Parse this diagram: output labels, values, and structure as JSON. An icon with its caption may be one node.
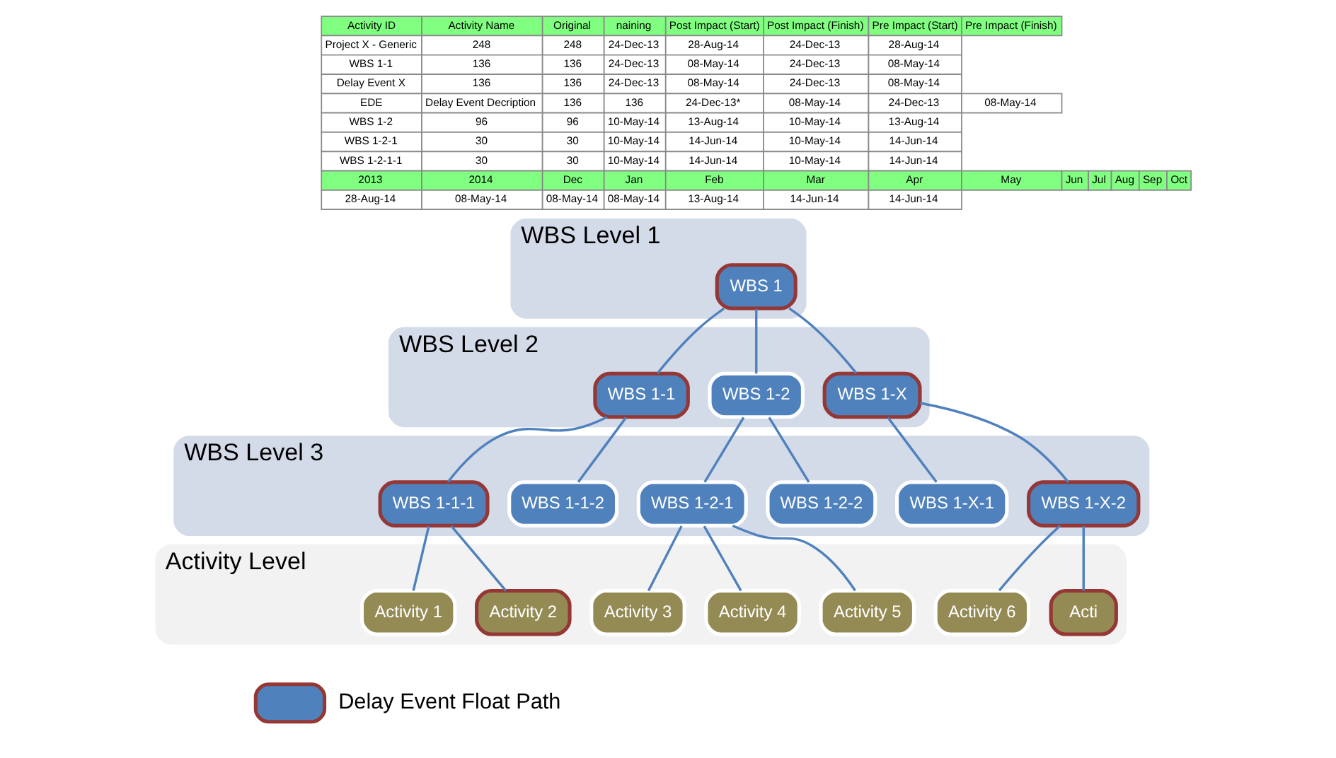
{
  "diagram": {
    "nodes": [
      {
        "text": [
          "WBS Level 1"
        ]
      },
      {
        "text": [
          "WBS Level 2"
        ]
      },
      {
        "text": [
          "WBS Level 3"
        ]
      },
      {
        "text": [
          "Activity Level"
        ]
      },
      {
        "text": [
          "WBS 1"
        ],
        "in": 0
      },
      {
        "text": [
          "WBS 1-1"
        ],
        "in": 1
      },
      {
        "text": [
          "WBS 1-2"
        ],
        "in": 1
      },
      {
        "text": [
          "WBS 1-X"
        ],
        "in": 1
      },
      {
        "text": [
          "WBS 1-1-1"
        ],
        "in": 2
      },
      {
        "text": [
          "WBS 1-1-2"
        ],
        "in": 2
      },
      {
        "text": [
          "WBS 1-2-1"
        ],
        "in": 2
      },
      {
        "text": [
          "WBS 1-2-2"
        ],
        "in": 2
      },
      {
        "text": [
          "WBS 1-X-1"
        ],
        "in": 2
      },
      {
        "text": [
          "WBS 1-X-2"
        ],
        "in": 2
      },
      {
        "text": [
          "Activity 1"
        ],
        "in": 3
      },
      {
        "text": [
          "Activity 2"
        ],
        "in": 3
      },
      {
        "text": [
          "Activity 3"
        ],
        "in": 3
      },
      {
        "text": [
          "Activity 4"
        ],
        "in": 3
      },
      {
        "text": [
          "Activity 5"
        ],
        "in": 3
      },
      {
        "text": [
          "Activity 6"
        ],
        "in": 3
      },
      {
        "text": [
          "Acti"
        ],
        "in": 3
      }
    ],
    "edges": [
      {
        "from": 4,
        "to": 5,
        "arrow": "none"
      },
      {
        "from": 4,
        "to": 6,
        "arrow": "none"
      },
      {
        "from": 4,
        "to": 7,
        "arrow": "none"
      },
      {
        "from": 5,
        "to": 8,
        "arrow": "none"
      },
      {
        "from": 5,
        "to": 9,
        "arrow": "none"
      },
      {
        "from": 6,
        "to": 10,
        "arrow": "none"
      },
      {
        "from": 6,
        "to": 11,
        "arrow": "none"
      },
      {
        "from": 7,
        "to": 12,
        "arrow": "none"
      },
      {
        "from": 7,
        "to": 13,
        "arrow": "none"
      },
      {
        "from": 8,
        "to": 14,
        "arrow": "none"
      },
      {
        "from": 8,
        "to": 15,
        "arrow": "none"
      },
      {
        "from": 10,
        "to": 16,
        "arrow": "none"
      },
      {
        "from": 10,
        "to": 17,
        "arrow": "none"
      },
      {
        "from": 10,
        "to": 18,
        "arrow": "none"
      },
      {
        "from": 13,
        "to": 19,
        "arrow": "none"
      },
      {
        "from": 13,
        "to": 20,
        "arrow": "none"
      }
    ],
    "labels": [
      "Activity ID",
      "Activity Name",
      "Original",
      "naining",
      "Post Impact (Start)",
      "Post Impact (Finish)",
      "Pre Impact (Start)",
      "Pre Impact (Finish)",
      "Project X - Generic",
      "248",
      "248",
      "24-Dec-13",
      "28-Aug-14",
      "24-Dec-13",
      "28-Aug-14",
      "WBS 1-1",
      "136",
      "136",
      "24-Dec-13",
      "08-May-14",
      "24-Dec-13",
      "08-May-14",
      "Delay Event X",
      "136",
      "136",
      "24-Dec-13",
      "08-May-14",
      "24-Dec-13",
      "08-May-14",
      "EDE",
      "Delay Event Decription",
      "136",
      "136",
      "24-Dec-13*",
      "08-May-14",
      "24-Dec-13",
      "08-May-14",
      "WBS 1-2",
      "96",
      "96",
      "10-May-14",
      "13-Aug-14",
      "10-May-14",
      "13-Aug-14",
      "WBS 1-2-1",
      "30",
      "30",
      "10-May-14",
      "14-Jun-14",
      "10-May-14",
      "14-Jun-14",
      "WBS 1-2-1-1",
      "30",
      "30",
      "10-May-14",
      "14-Jun-14",
      "10-May-14",
      "14-Jun-14",
      "2013",
      "2014",
      "Dec",
      "Jan",
      "Feb",
      "Mar",
      "Apr",
      "May",
      "Jun",
      "Jul",
      "Aug",
      "Sep",
      "Oct",
      "28-Aug-14",
      "08-May-14",
      "08-May-14",
      "08-May-14",
      "13-Aug-14",
      "14-Jun-14",
      "14-Jun-14"
    ],
    "legend": [
      {
        "text": "Delay Event Float Path",
        "color": "#4f81bd"
      }
    ]
  }
}
